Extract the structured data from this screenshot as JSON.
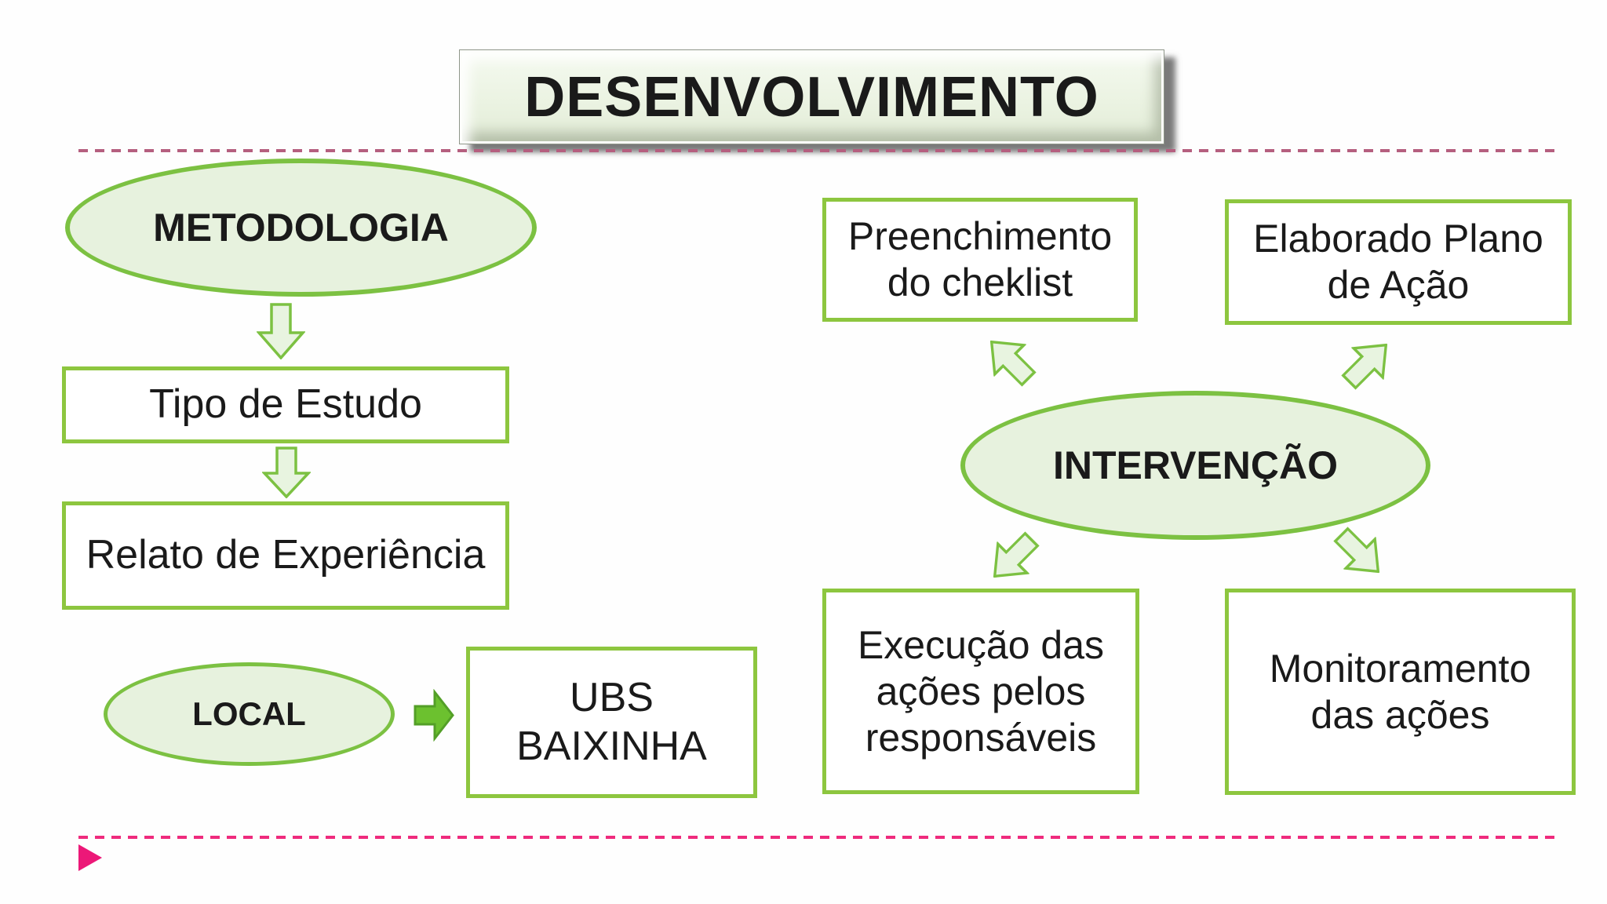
{
  "slide": {
    "title": "DESENVOLVIMENTO"
  },
  "methodology": {
    "label": "METODOLOGIA",
    "step_type": "Tipo de Estudo",
    "step_report": "Relato de Experiência"
  },
  "location": {
    "label": "LOCAL",
    "value": "UBS\nBAIXINHA"
  },
  "intervention": {
    "label": "INTERVENÇÃO",
    "checklist": "Preenchimento\ndo cheklist",
    "action_plan": "Elaborado Plano\nde Ação",
    "execution": "Execução das\nações pelos\nresponsáveis",
    "monitoring": "Monitoramento\ndas ações"
  },
  "colors": {
    "shape_border": "#7CC142",
    "box_border": "#8DC63F",
    "ellipse_fill": "#E7F2DE",
    "light_arrow_fill": "#E8F4E0",
    "solid_arrow_fill": "#6CC12F",
    "solid_arrow_border": "#539F27",
    "top_divider": "#B55F7F",
    "bottom_divider": "#EF2B7D",
    "marker": "#EC1878",
    "text": "#1A1A1A"
  }
}
